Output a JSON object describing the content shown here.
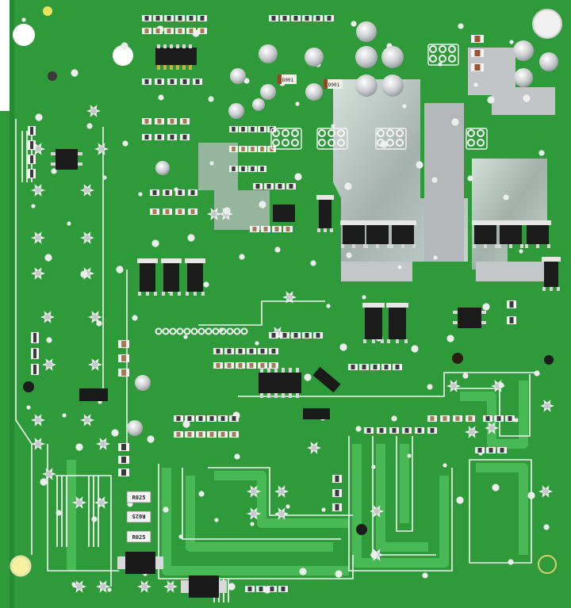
{
  "image": {
    "subject": "pcb-solder-side",
    "colors": {
      "board": "#2f9a3a",
      "board_dark": "#1f7a2b",
      "trace": "#3fb14a",
      "copper_tin": "#c9cdd0",
      "silkscreen": "#f2f2f2",
      "ic_body": "#1b1b1b",
      "pin": "#b8a23a"
    }
  },
  "marks": {
    "resistors": [
      "R025",
      "R025",
      "R025"
    ],
    "diodes": [
      "D001",
      "D001"
    ]
  }
}
